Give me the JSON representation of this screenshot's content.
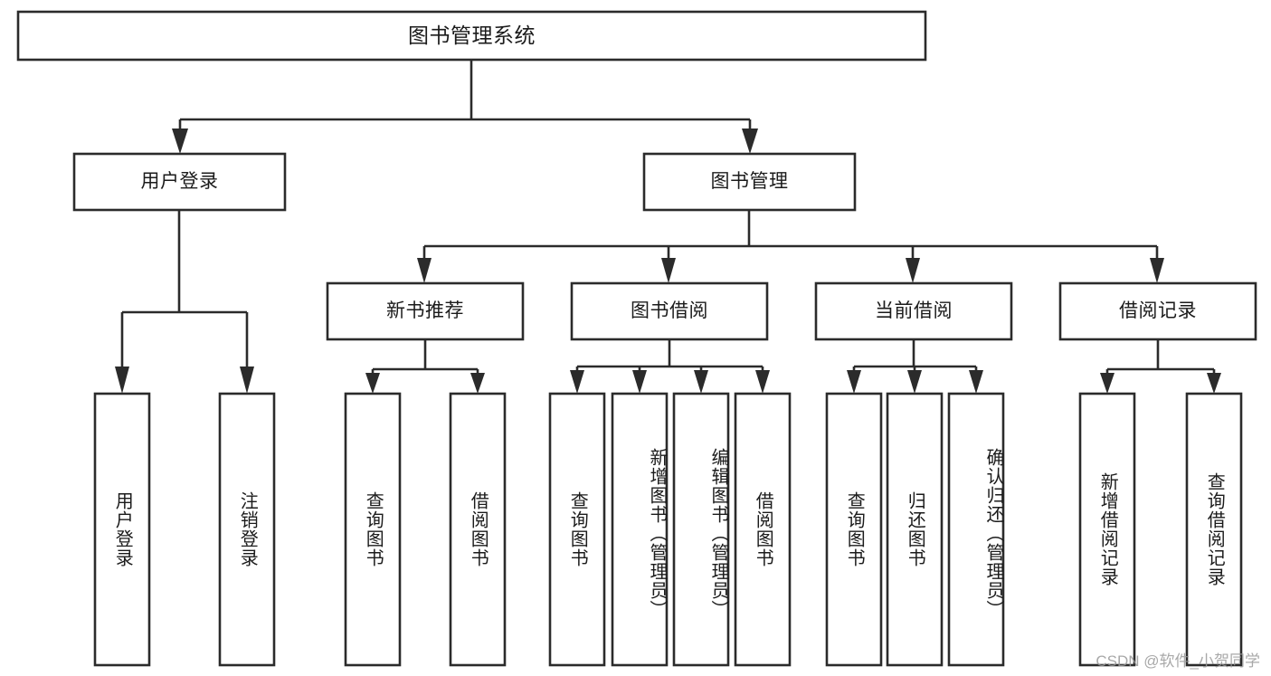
{
  "diagram": {
    "title": "图书管理系统",
    "type": "tree-hierarchy-diagram",
    "watermark": "CSDN @软件_小贺同学",
    "colors": {
      "box_stroke": "#2b2b2b",
      "box_fill": "#ffffff",
      "text": "#1b1b1b",
      "background": "#ffffff",
      "watermark": "#9a9a9a"
    },
    "root": {
      "label": "图书管理系统"
    },
    "level2": [
      {
        "label": "用户登录"
      },
      {
        "label": "图书管理"
      }
    ],
    "level3": [
      {
        "label": "新书推荐"
      },
      {
        "label": "图书借阅"
      },
      {
        "label": "当前借阅"
      },
      {
        "label": "借阅记录"
      }
    ],
    "leaves": {
      "user_login": [
        {
          "label": "用户登录"
        },
        {
          "label": "注销登录"
        }
      ],
      "new_book_recommend": [
        {
          "label": "查询图书"
        },
        {
          "label": "借阅图书"
        }
      ],
      "book_borrow": [
        {
          "label": "查询图书"
        },
        {
          "label": "新增图书（管理员）"
        },
        {
          "label": "编辑图书（管理员）"
        },
        {
          "label": "借阅图书"
        }
      ],
      "current_borrow": [
        {
          "label": "查询图书"
        },
        {
          "label": "归还图书"
        },
        {
          "label": "确认归还（管理员）"
        }
      ],
      "borrow_record": [
        {
          "label": "新增借阅记录"
        },
        {
          "label": "查询借阅记录"
        }
      ]
    }
  }
}
